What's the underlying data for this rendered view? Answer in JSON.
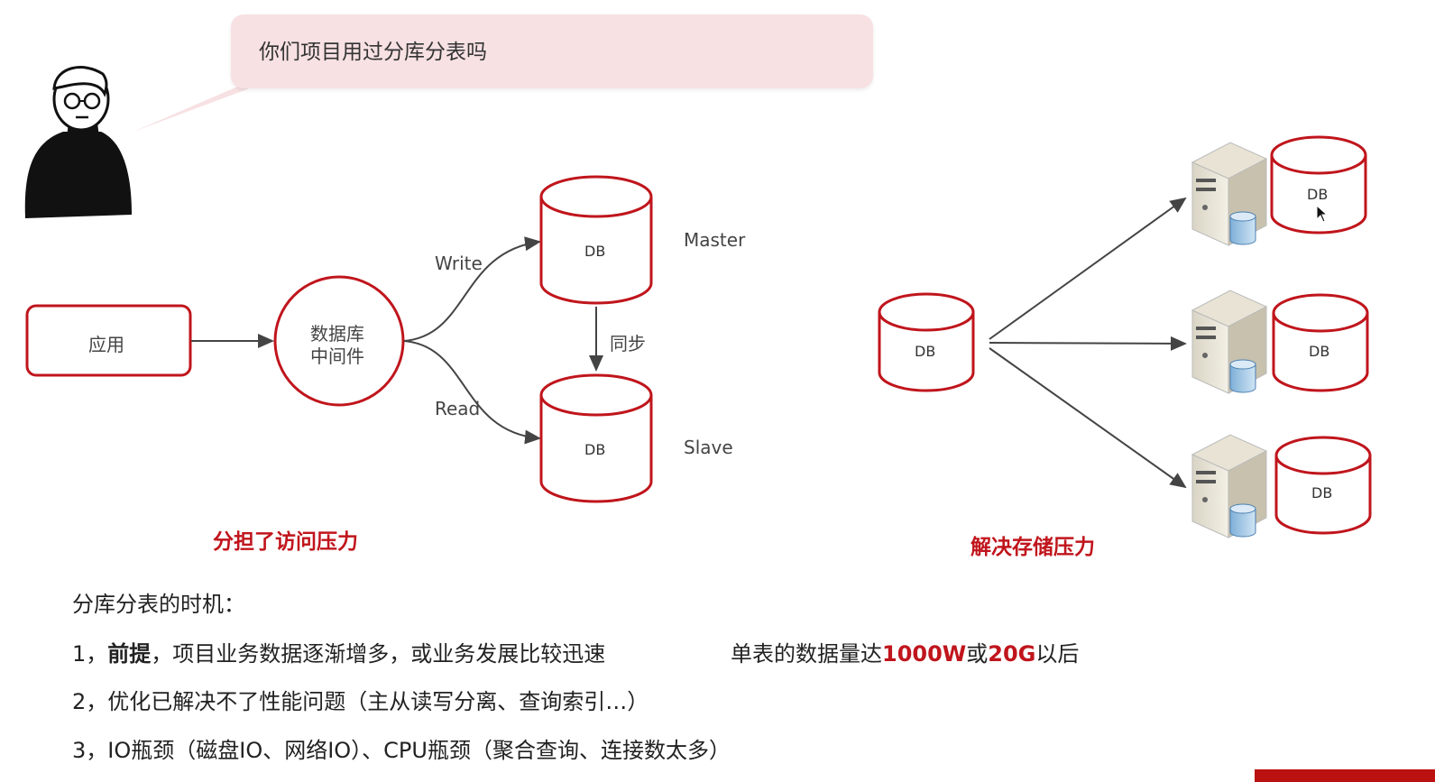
{
  "bubble": {
    "text": "你们项目用过分库分表吗"
  },
  "left_diagram": {
    "app_label": "应用",
    "middleware_line1": "数据库",
    "middleware_line2": "中间件",
    "write_label": "Write",
    "read_label": "Read",
    "master_db": "DB",
    "slave_db": "DB",
    "master_label": "Master",
    "slave_label": "Slave",
    "sync_label": "同步",
    "caption": "分担了访问压力"
  },
  "right_diagram": {
    "source_db": "DB",
    "targets": [
      "DB",
      "DB",
      "DB"
    ],
    "caption": "解决存储压力"
  },
  "notes": {
    "heading": "分库分表的时机：",
    "line1_prefix": "1，",
    "line1_bold": "前提",
    "line1_rest": "，项目业务数据逐渐增多，或业务发展比较迅速",
    "line1_right_a": "单表的数据量达",
    "line1_right_hl1": "1000W",
    "line1_right_b": "或",
    "line1_right_hl2": "20G",
    "line1_right_c": "以后",
    "line2": "2，优化已解决不了性能问题（主从读写分离、查询索引…）",
    "line3": "3，IO瓶颈（磁盘IO、网络IO）、CPU瓶颈（聚合查询、连接数太多）"
  },
  "colors": {
    "accent": "#c0151c",
    "bubble": "#f7e1e3"
  }
}
